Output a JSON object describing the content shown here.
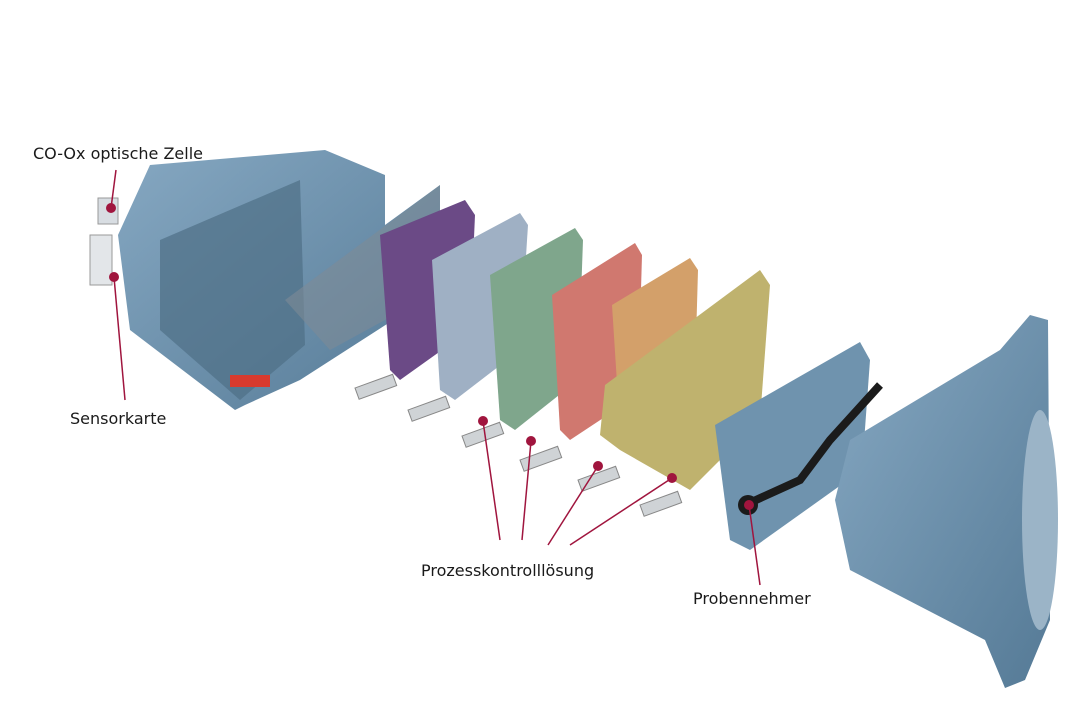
{
  "labels": {
    "co_ox": "CO-Ox optische Zelle",
    "sensorkarte": "Sensorkarte",
    "prozess": "Prozesskontrolllösung",
    "probennehmer": "Probennehmer"
  },
  "colors": {
    "marker": "#a0153e",
    "housing": "#6f93ae",
    "panels": [
      "#6b4a86",
      "#9fb0c4",
      "#7fa68c",
      "#d0786f",
      "#d3a06a",
      "#bfb26e"
    ]
  }
}
